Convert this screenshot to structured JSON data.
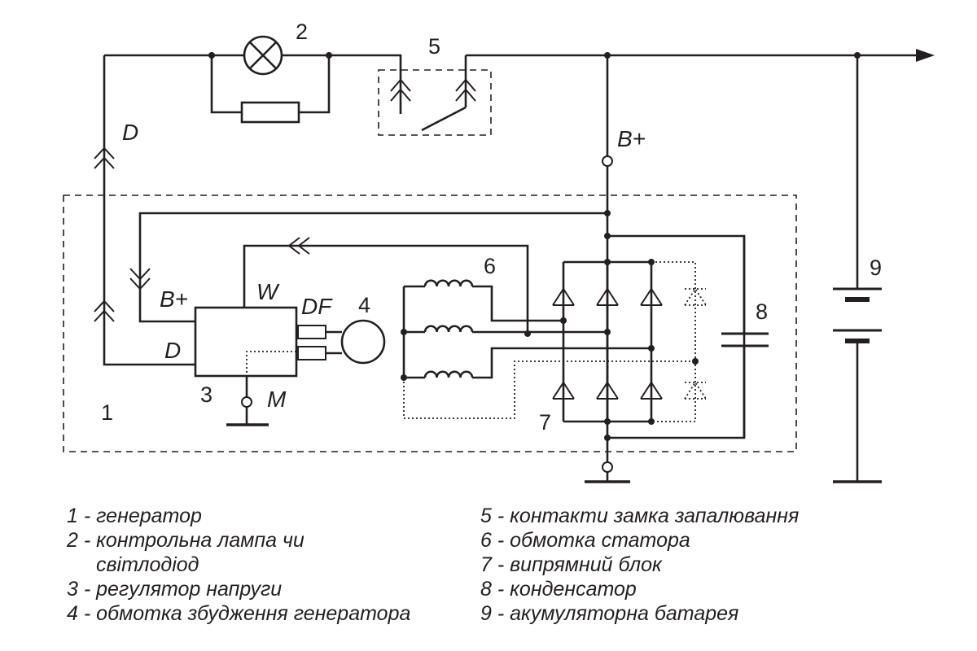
{
  "labels": {
    "lamp_num": "2",
    "switch_num": "5",
    "d_top": "D",
    "b_plus_top": "B+",
    "b_plus_reg": "B+",
    "w": "W",
    "df": "DF",
    "d_reg": "D",
    "m": "M",
    "reg_num": "3",
    "gen_num": "1",
    "exc_num": "4",
    "stator_num": "6",
    "rect_num": "7",
    "cap_num": "8",
    "batt_num": "9"
  },
  "legend": {
    "left": [
      "1 - генератор",
      "2 - контрольна лампа чи",
      "    світлодіод",
      "3 - регулятор напруги",
      "4 - обмотка збудження генератора"
    ],
    "right": [
      "5 - контакти замка запалювання",
      "6 - обмотка статора",
      "7 - випрямний блок",
      "8 - конденсатор",
      "9 - акумуляторна батарея"
    ]
  },
  "icons": {
    "lamp": "lamp-icon",
    "diode": "diode-icon",
    "battery": "battery-icon",
    "capacitor": "capacitor-icon",
    "ground": "ground-icon"
  }
}
